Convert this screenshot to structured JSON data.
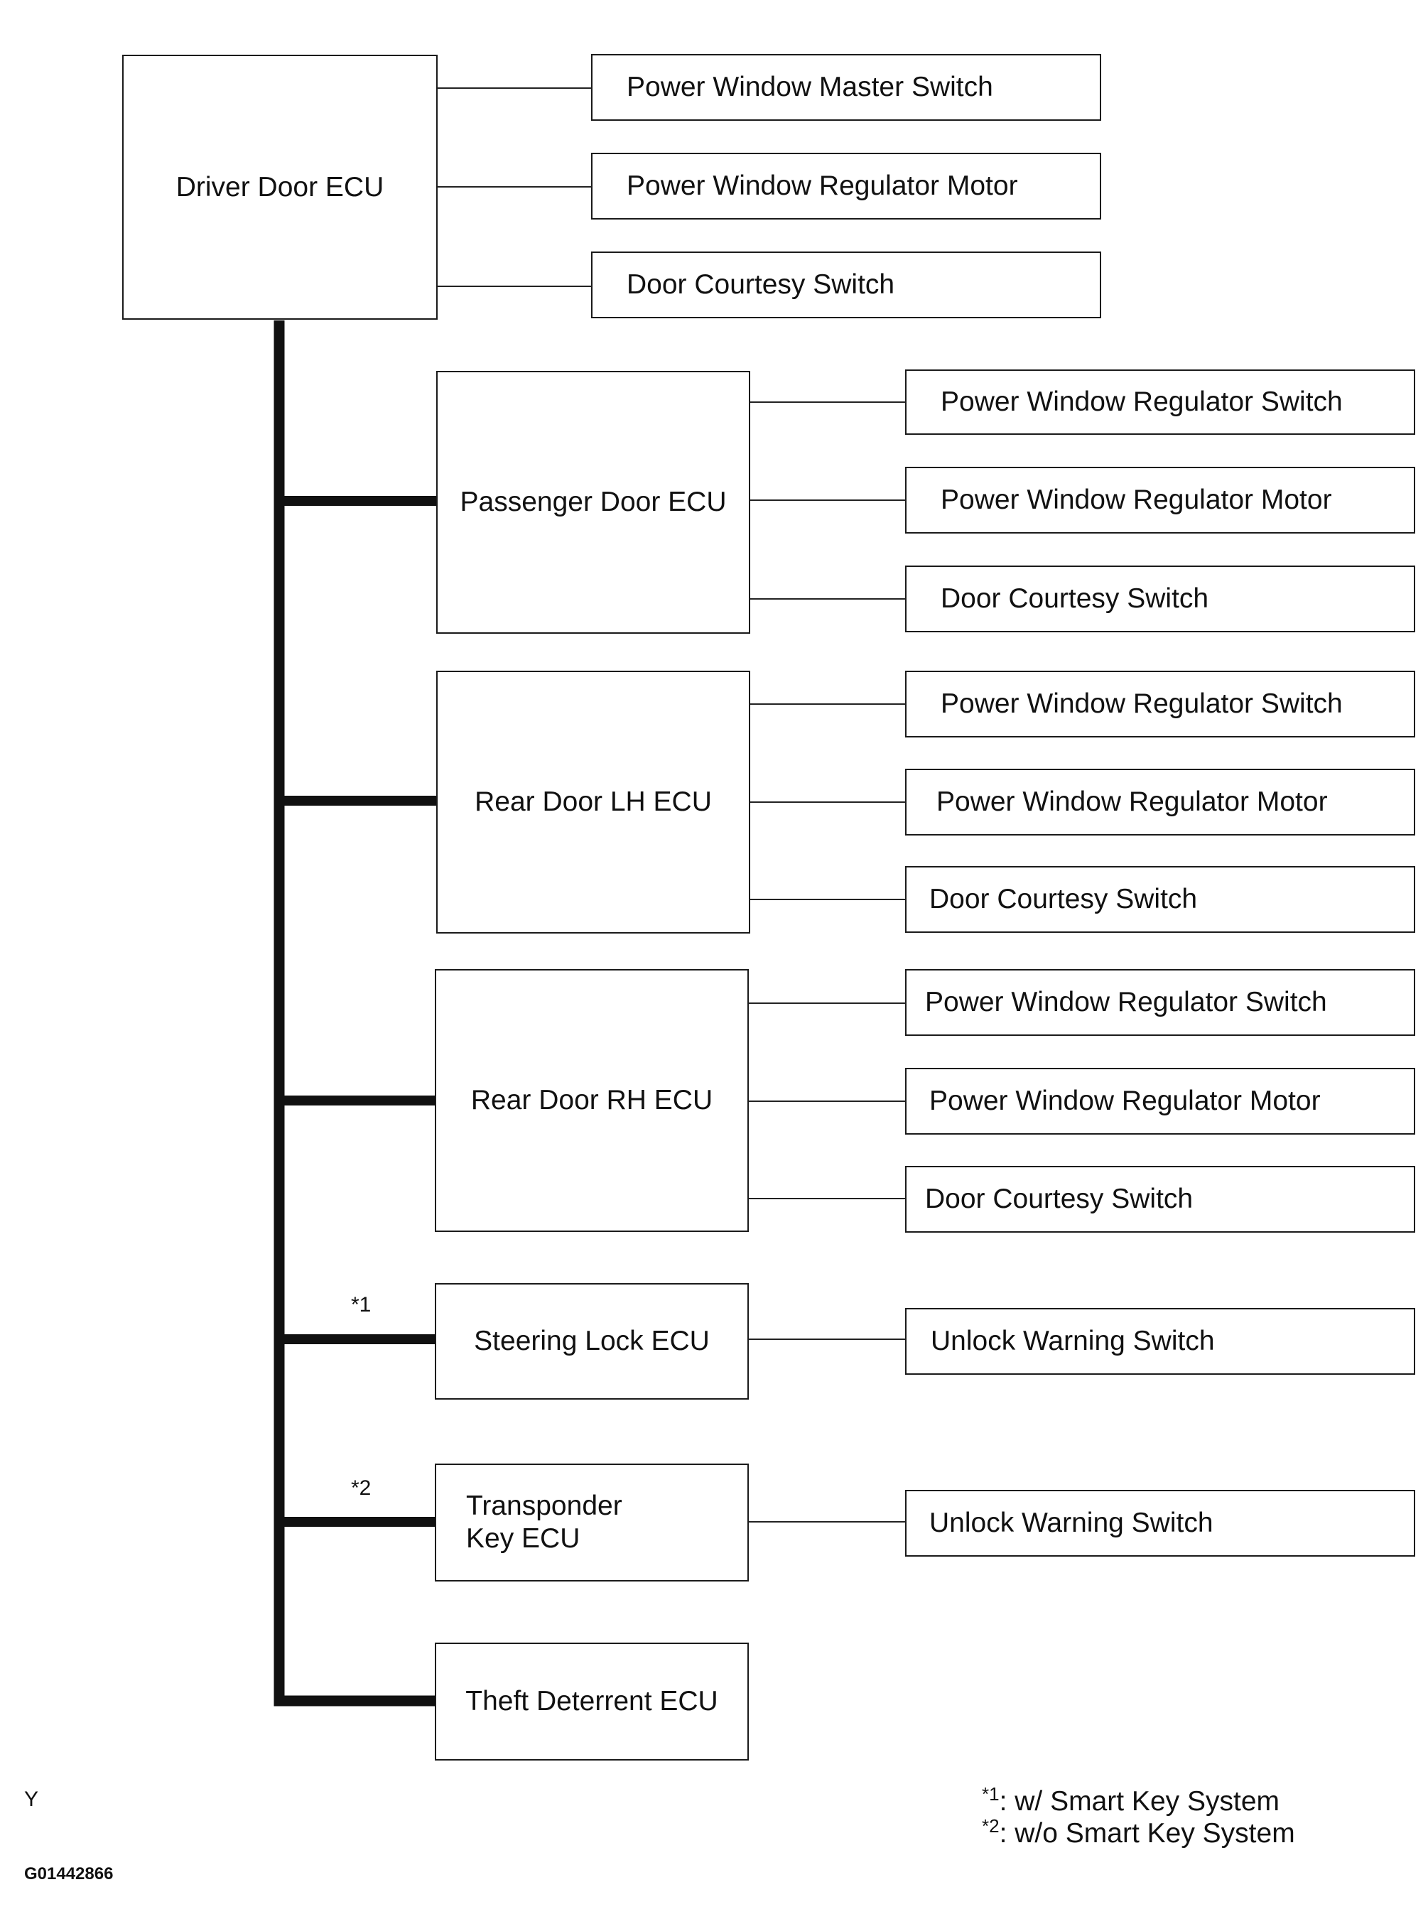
{
  "driver_ecu": {
    "label": "Driver Door ECU",
    "components": [
      "Power Window Master Switch",
      "Power Window Regulator Motor",
      "Door Courtesy Switch"
    ]
  },
  "passenger_ecu": {
    "label": "Passenger Door ECU",
    "components": [
      "Power Window Regulator Switch",
      "Power Window Regulator Motor",
      "Door Courtesy Switch"
    ]
  },
  "rear_lh_ecu": {
    "label": "Rear Door LH ECU",
    "components": [
      "Power Window Regulator Switch",
      "Power Window Regulator Motor",
      "Door Courtesy Switch"
    ]
  },
  "rear_rh_ecu": {
    "label": "Rear Door RH ECU",
    "components": [
      "Power Window Regulator Switch",
      "Power Window Regulator Motor",
      "Door Courtesy Switch"
    ]
  },
  "steering_lock_ecu": {
    "label": "Steering Lock ECU",
    "mark": "*1",
    "components": [
      "Unlock Warning Switch"
    ]
  },
  "transponder_ecu": {
    "label": "Transponder\nKey ECU",
    "mark": "*2",
    "components": [
      "Unlock Warning Switch"
    ]
  },
  "theft_ecu": {
    "label": "Theft Deterrent ECU"
  },
  "notes": [
    {
      "mark": "*1",
      "text": ": w/ Smart Key System"
    },
    {
      "mark": "*2",
      "text": ": w/o Smart Key System"
    }
  ],
  "corner_letter": "Y",
  "figure_id": "G01442866"
}
